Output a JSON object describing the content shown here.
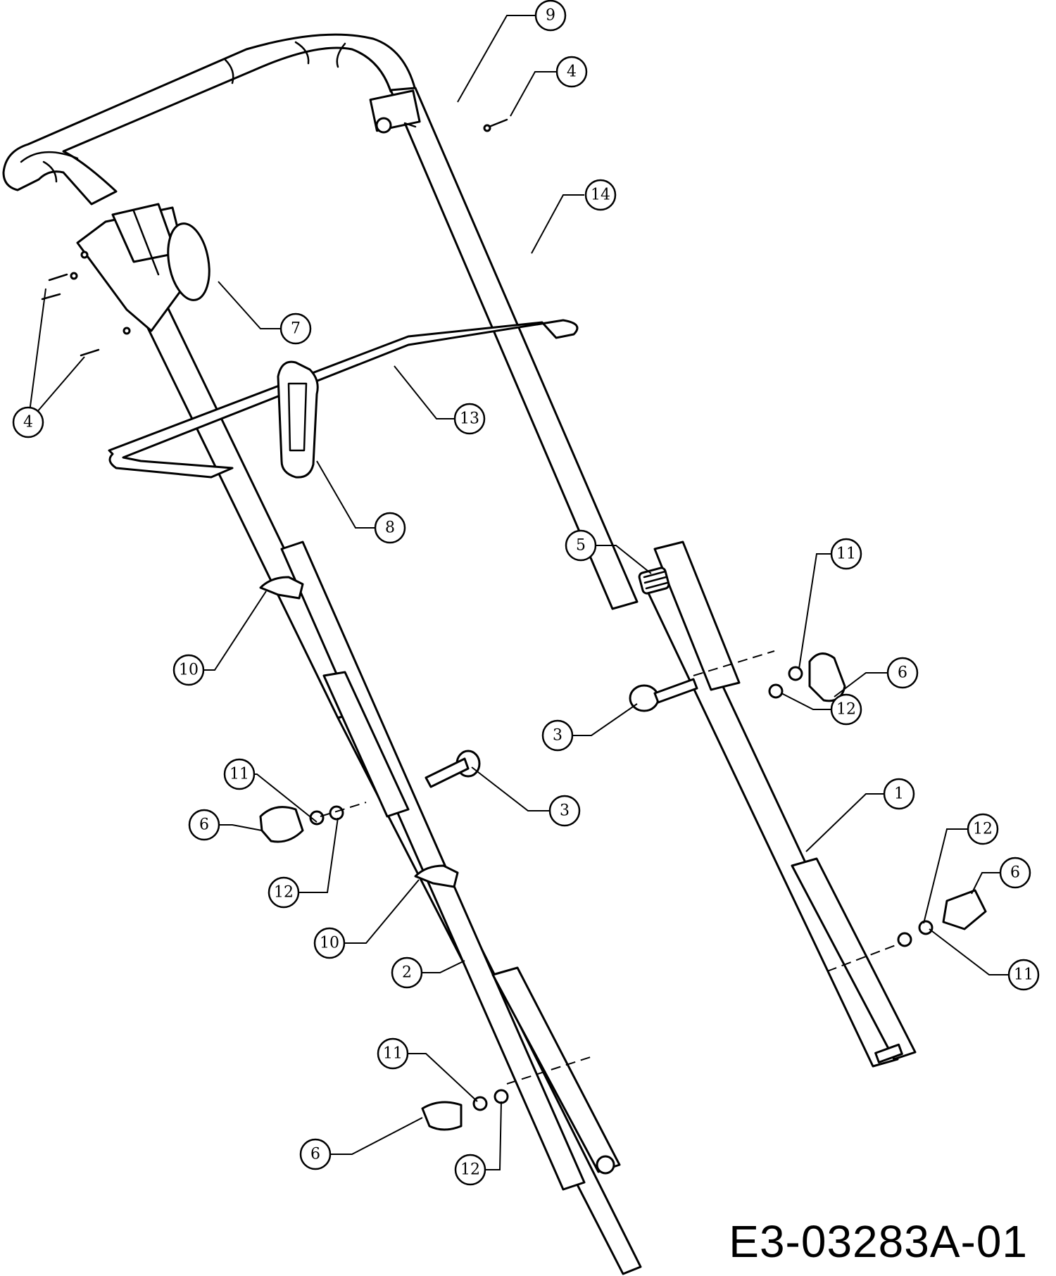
{
  "drawing_code": "E3-03283A-01",
  "callouts": [
    {
      "id": "c9",
      "label": "9"
    },
    {
      "id": "c4a",
      "label": "4"
    },
    {
      "id": "c14",
      "label": "14"
    },
    {
      "id": "c7",
      "label": "7"
    },
    {
      "id": "c4b",
      "label": "4"
    },
    {
      "id": "c13",
      "label": "13"
    },
    {
      "id": "c8",
      "label": "8"
    },
    {
      "id": "c5",
      "label": "5"
    },
    {
      "id": "c11a",
      "label": "11"
    },
    {
      "id": "c6a",
      "label": "6"
    },
    {
      "id": "c12a",
      "label": "12"
    },
    {
      "id": "c3a",
      "label": "3"
    },
    {
      "id": "c10a",
      "label": "10"
    },
    {
      "id": "c11b",
      "label": "11"
    },
    {
      "id": "c6b",
      "label": "6"
    },
    {
      "id": "c3b",
      "label": "3"
    },
    {
      "id": "c12b",
      "label": "12"
    },
    {
      "id": "c1",
      "label": "1"
    },
    {
      "id": "c12c",
      "label": "12"
    },
    {
      "id": "c6c",
      "label": "6"
    },
    {
      "id": "c10b",
      "label": "10"
    },
    {
      "id": "c11c",
      "label": "11"
    },
    {
      "id": "c2",
      "label": "2"
    },
    {
      "id": "c11d",
      "label": "11"
    },
    {
      "id": "c6d",
      "label": "6"
    },
    {
      "id": "c12d",
      "label": "12"
    }
  ]
}
